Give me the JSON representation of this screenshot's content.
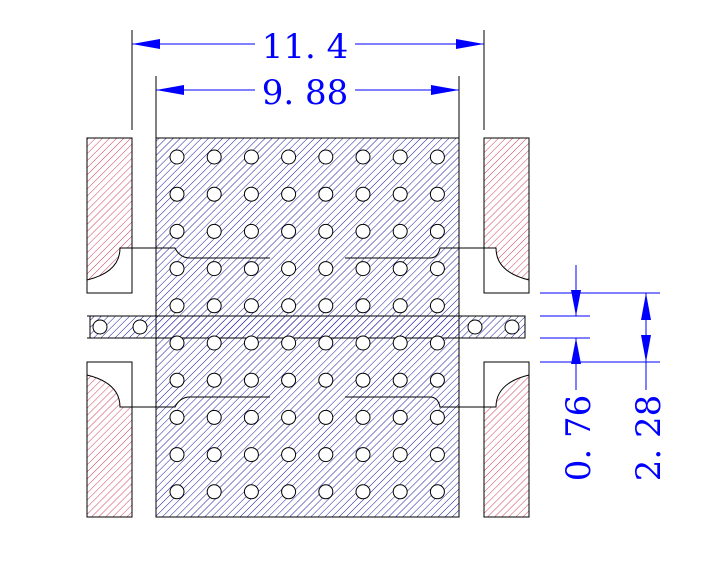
{
  "dimensions": {
    "overall_width": "11. 4",
    "board_width": "9. 88",
    "gap_height": "0. 76",
    "strip_height": "2. 28"
  },
  "colors": {
    "dimension": "#0000ff",
    "board_hatch": "#1a1aa0",
    "pad_hatch": "#d04060",
    "outline": "#000000"
  },
  "via_grid": {
    "columns": 8,
    "rows": 10
  }
}
